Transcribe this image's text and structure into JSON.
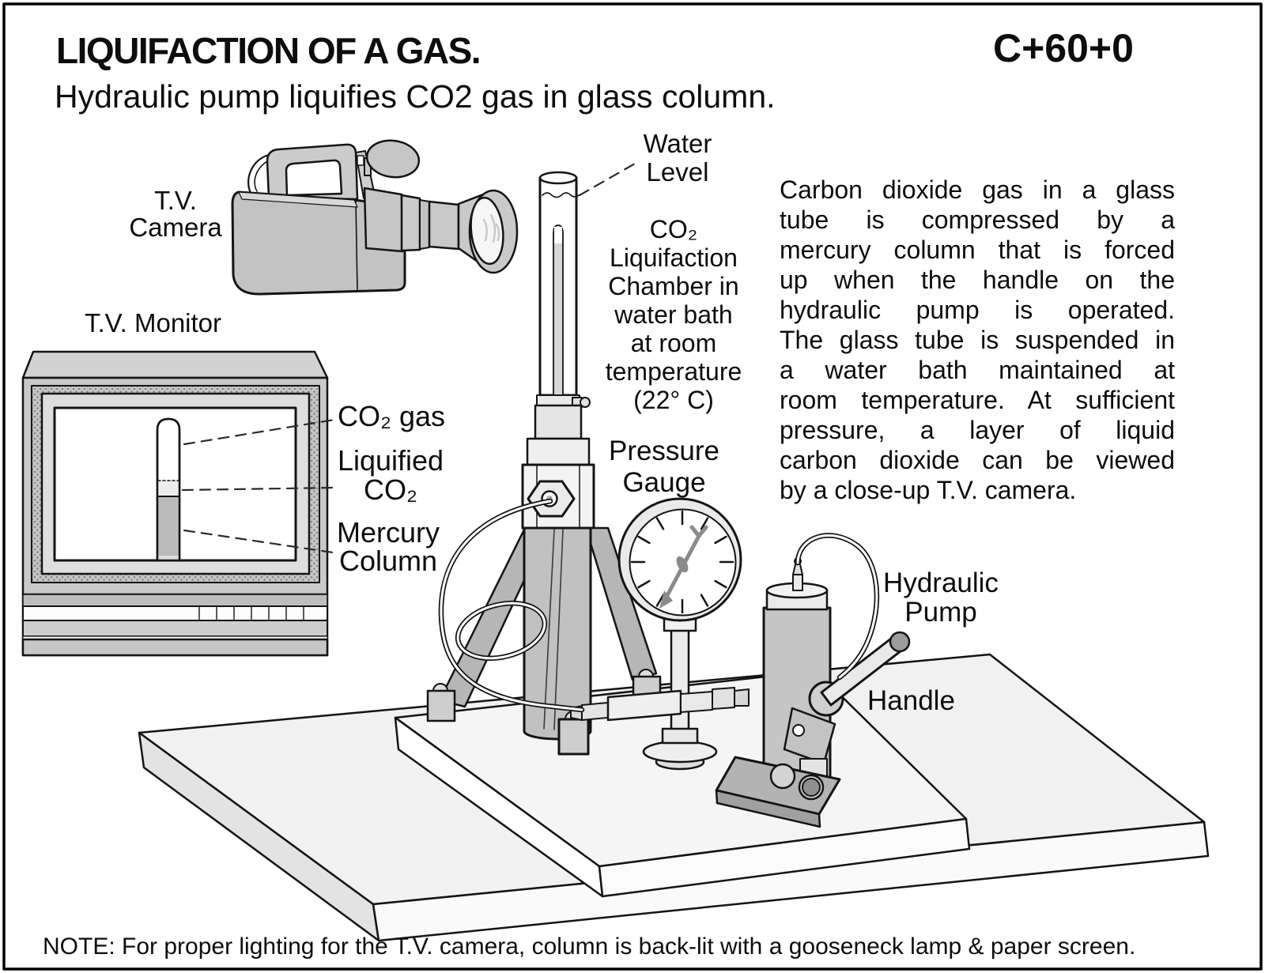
{
  "header": {
    "title": "LIQUIFACTION OF A GAS.",
    "code": "C+60+0",
    "subtitle": "Hydraulic pump liquifies CO2 gas in glass column."
  },
  "description": {
    "lines": [
      "Carbon dioxide gas in a glass",
      "tube is compressed by a",
      "mercury column that is forced",
      "up when the handle on the",
      "hydraulic pump is operated.",
      "The glass tube is suspended in",
      "a water bath maintained at",
      "room temperature. At sufficient",
      "pressure, a layer of liquid",
      "carbon dioxide can be viewed",
      "by a close-up T.V. camera."
    ]
  },
  "labels": {
    "tv_camera": [
      "T.V.",
      "Camera"
    ],
    "tv_monitor": "T.V. Monitor",
    "water_level": [
      "Water",
      "Level"
    ],
    "chamber": [
      "CO₂",
      "Liquifaction",
      "Chamber in",
      "water bath",
      "at room",
      "temperature",
      "(22° C)"
    ],
    "co2_gas": "CO₂ gas",
    "liquified_co2": [
      "Liquified",
      "CO₂"
    ],
    "mercury_column": [
      "Mercury",
      "Column"
    ],
    "pressure_gauge": [
      "Pressure",
      "Gauge"
    ],
    "hydraulic_pump": [
      "Hydraulic",
      "Pump"
    ],
    "handle": "Handle"
  },
  "note": "NOTE: For proper lighting for the T.V. camera, column is back-lit with a gooseneck lamp & paper screen.",
  "colors": {
    "ink": "#141414",
    "paper": "#ffffff",
    "metal_light": "#ececec",
    "metal_mid": "#c6c6c6",
    "metal_dark": "#b3b3b3",
    "mercury": "#bbbbbb",
    "needle": "#8a8a8a"
  }
}
